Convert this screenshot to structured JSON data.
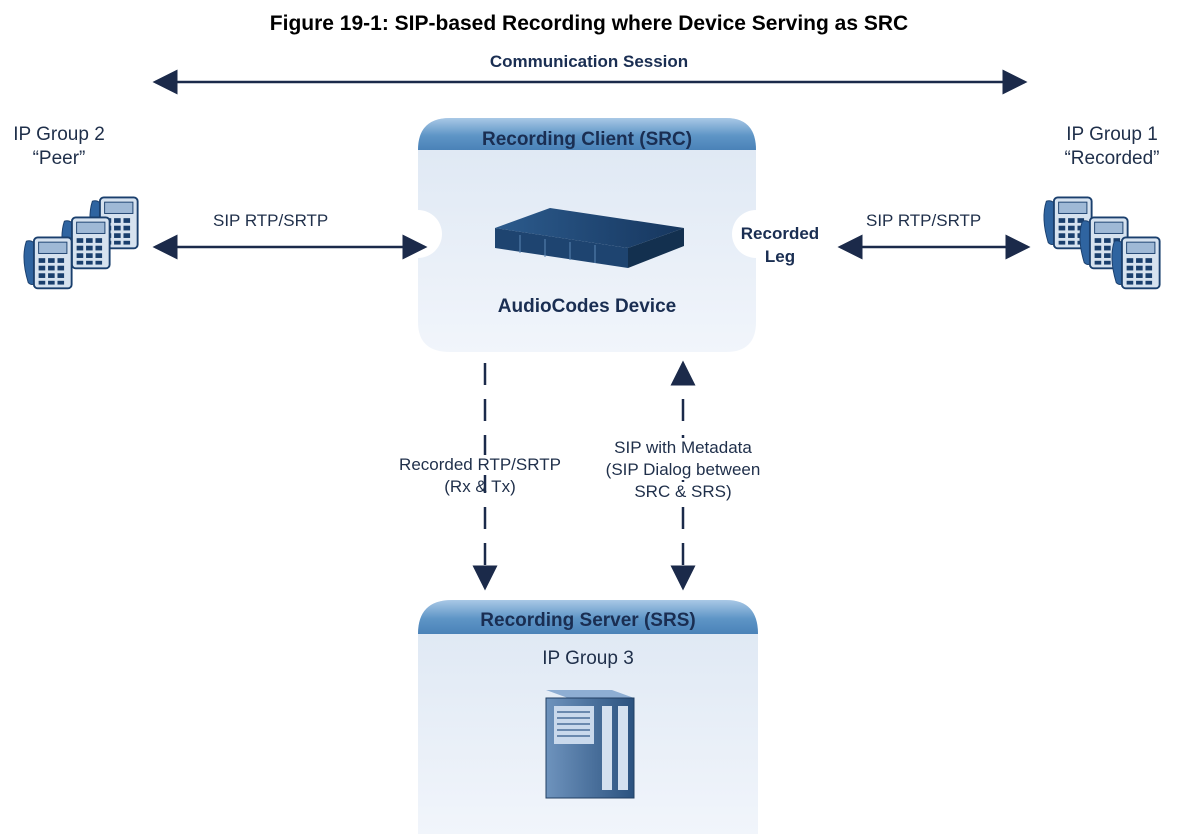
{
  "figure_title": "Figure 19-1: SIP-based Recording where Device Serving as SRC",
  "communication_session": "Communication Session",
  "ip_group_2": {
    "name": "IP Group 2",
    "role": "“Peer”"
  },
  "ip_group_1": {
    "name": "IP Group 1",
    "role": "“Recorded”"
  },
  "left_link_label": "SIP RTP/SRTP",
  "right_link_label": "SIP RTP/SRTP",
  "recorded_leg_label": [
    "Recorded",
    "Leg"
  ],
  "src_box": {
    "header": "Recording Client  (SRC)",
    "device_label": "AudioCodes Device"
  },
  "media_stream_label": [
    "Recorded RTP/SRTP",
    "(Rx & Tx)"
  ],
  "signaling_label": [
    "SIP with Metadata",
    "(SIP Dialog between",
    "SRC & SRS)"
  ],
  "srs_box": {
    "header": "Recording Server (SRS)",
    "ip_group": "IP Group 3"
  },
  "colors": {
    "arrow": "#1b2a4a",
    "box_fill": "#e6eef7",
    "header_fill": "#5e95c6",
    "accent": "#1a2e52"
  },
  "icons": [
    "phone-stack-icon",
    "audiocodes-device-icon",
    "server-icon"
  ]
}
